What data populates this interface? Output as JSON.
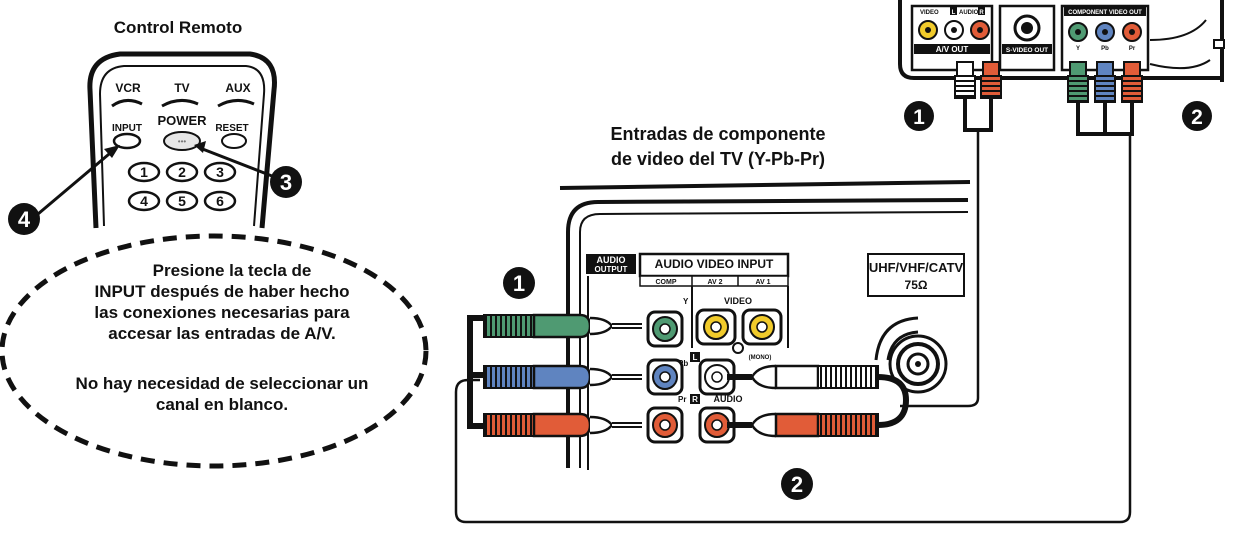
{
  "remote": {
    "title": "Control Remoto",
    "buttons": {
      "vcr": "VCR",
      "tv": "TV",
      "aux": "AUX",
      "input": "INPUT",
      "power": "POWER",
      "reset": "RESET",
      "num1": "1",
      "num2": "2",
      "num3": "3",
      "num4": "4",
      "num5": "5",
      "num6": "6"
    }
  },
  "callouts": {
    "one": "1",
    "two": "2",
    "three": "3",
    "four": "4"
  },
  "note": {
    "line1": "Presione la tecla de",
    "line2": "INPUT después de haber hecho",
    "line3": "las conexiones necesarias para",
    "line4": "accesar las entradas de A/V.",
    "line5": "No hay necesidad de seleccionar un",
    "line6": "canal en blanco."
  },
  "tv_label": {
    "line1": "Entradas de componente",
    "line2": "de video del TV (Y-Pb-Pr)"
  },
  "tv_panel": {
    "audio_output_1": "AUDIO",
    "audio_output_2": "OUTPUT",
    "avi_header": "AUDIO VIDEO INPUT",
    "comp": "COMP",
    "av2": "AV 2",
    "av1": "AV 1",
    "video": "VIDEO",
    "y": "Y",
    "pb": "Pb",
    "pr": "Pr",
    "l": "L",
    "r": "R",
    "audio": "AUDIO",
    "mono": "(MONO)",
    "antenna_1": "UHF/VHF/CATV",
    "antenna_2": "75Ω"
  },
  "source_panel": {
    "video": "VIDEO",
    "l": "L",
    "audio": "AUDIO",
    "r": "R",
    "av_out": "A/V OUT",
    "svideo_out": "S-VIDEO OUT",
    "component_out": "COMPONENT VIDEO OUT",
    "y": "Y",
    "pb": "Pb",
    "pr": "Pr"
  },
  "colors": {
    "green": "#4f9a72",
    "blue": "#5f84c0",
    "red": "#e15c38",
    "yellow": "#f1cb2b",
    "black": "#111111"
  }
}
